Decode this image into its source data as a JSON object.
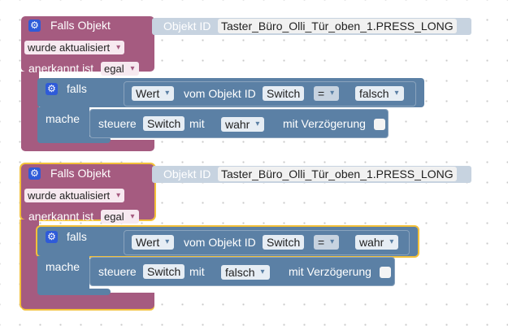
{
  "blocks": [
    {
      "event": {
        "title": "Falls Objekt",
        "trigger": "wurde aktualisiert",
        "ack_label": "anerkannt ist",
        "ack_value": "egal",
        "object_label": "Objekt ID",
        "object_id": "Taster_Büro_Olli_Tür_oben_1.PRESS_LONG"
      },
      "if": {
        "falls_label": "falls",
        "mache_label": "mache",
        "value_dropdown": "Wert",
        "from_object_label": "vom Objekt ID",
        "from_object_id": "Switch",
        "operator": "=",
        "compare_value": "falsch",
        "action_label": "steuere",
        "action_object": "Switch",
        "with_label": "mit",
        "action_value": "wahr",
        "delay_label": "mit Verzögerung"
      }
    },
    {
      "event": {
        "title": "Falls Objekt",
        "trigger": "wurde aktualisiert",
        "ack_label": "anerkannt ist",
        "ack_value": "egal",
        "object_label": "Objekt ID",
        "object_id": "Taster_Büro_Olli_Tür_oben_1.PRESS_LONG"
      },
      "if": {
        "falls_label": "falls",
        "mache_label": "mache",
        "value_dropdown": "Wert",
        "from_object_label": "vom Objekt ID",
        "from_object_id": "Switch",
        "operator": "=",
        "compare_value": "wahr",
        "action_label": "steuere",
        "action_object": "Switch",
        "with_label": "mit",
        "action_value": "falsch",
        "delay_label": "mit Verzögerung"
      }
    }
  ],
  "colors": {
    "event_block": "#a55b80",
    "logic_block": "#5b80a5",
    "selected_outline": "#f3c13a",
    "gear": "#2f5bd8"
  }
}
